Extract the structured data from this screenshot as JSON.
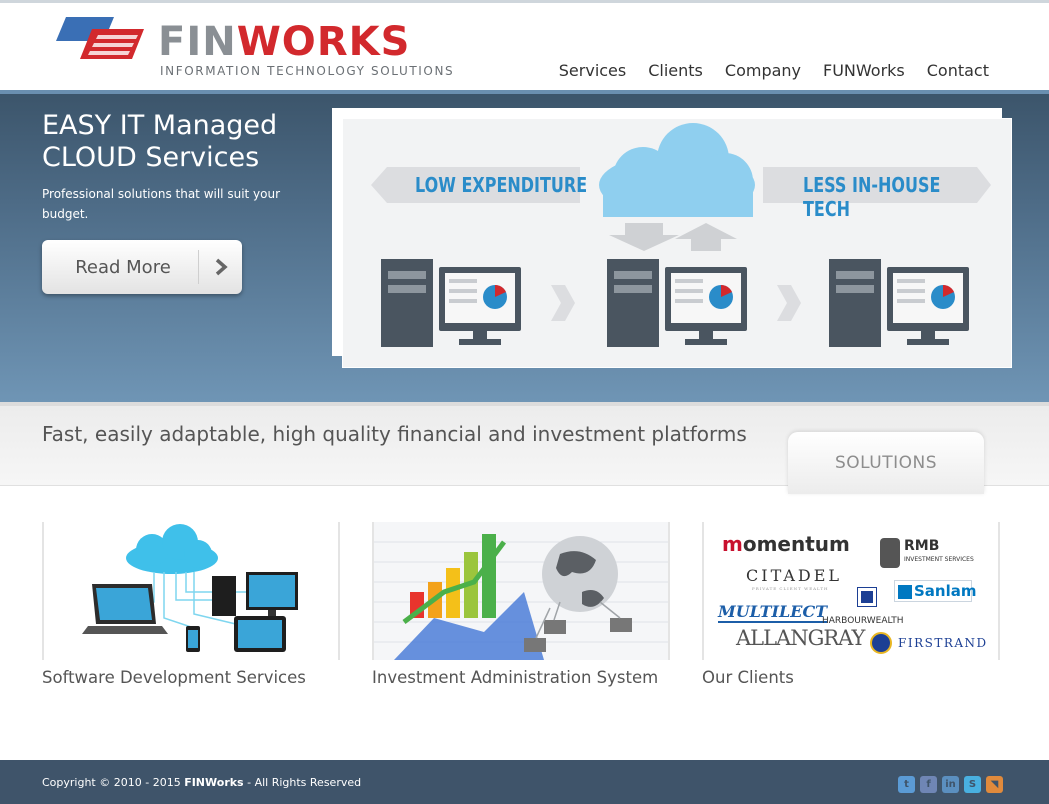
{
  "brand": {
    "name_part1": "FIN",
    "name_part2": "WORKS",
    "tagline": "INFORMATION TECHNOLOGY SOLUTIONS",
    "colors": {
      "red": "#d2292d",
      "grey": "#8a8f94",
      "blue": "#3a6fb5"
    }
  },
  "nav": {
    "items": [
      "Services",
      "Clients",
      "Company",
      "FUNWorks",
      "Contact"
    ]
  },
  "hero": {
    "title_line1": "EASY IT Managed",
    "title_line2": "CLOUD Services",
    "subtitle": "Professional solutions that will suit your budget.",
    "button_label": "Read More",
    "button_icon": "chevron-right-icon",
    "diagram": {
      "left_label": "LOW EXPENDITURE",
      "right_label": "LESS IN-HOUSE TECH"
    }
  },
  "band": {
    "tagline": "Fast, easily adaptable, high quality financial and investment platforms",
    "tab_label": "SOLUTIONS"
  },
  "cards": [
    {
      "caption": "Software Development Services",
      "image": "cloud-devices-illustration"
    },
    {
      "caption": "Investment Administration System",
      "image": "chart-globe-illustration"
    },
    {
      "caption": "Our Clients",
      "image": "client-logos"
    }
  ],
  "clients": {
    "momentum": "momentum",
    "rmb": "RMB",
    "rmb_sub": "INVESTMENT SERVICES",
    "citadel": "CITADEL",
    "citadel_sub": "PRIVATE CLIENT WEALTH",
    "sanlam": "Sanlam",
    "multilect": "MULTILECT",
    "harbourwealth": "HARBOURWEALTH",
    "allangray": "ALLANGRAY",
    "firstrand": "FIRSTRAND"
  },
  "footer": {
    "copyright_prefix": "Copyright © 2010 - 2015 ",
    "copyright_brand": "FINWorks",
    "copyright_suffix": " - All Rights Reserved",
    "social": [
      {
        "icon": "twitter-icon",
        "glyph": "t",
        "color": "#5b9bd5"
      },
      {
        "icon": "facebook-icon",
        "glyph": "f",
        "color": "#6f86b5"
      },
      {
        "icon": "linkedin-icon",
        "glyph": "in",
        "color": "#5b8fbf"
      },
      {
        "icon": "skype-icon",
        "glyph": "S",
        "color": "#49b0e0"
      },
      {
        "icon": "rss-icon",
        "glyph": "◥",
        "color": "#e08a3c"
      }
    ]
  }
}
